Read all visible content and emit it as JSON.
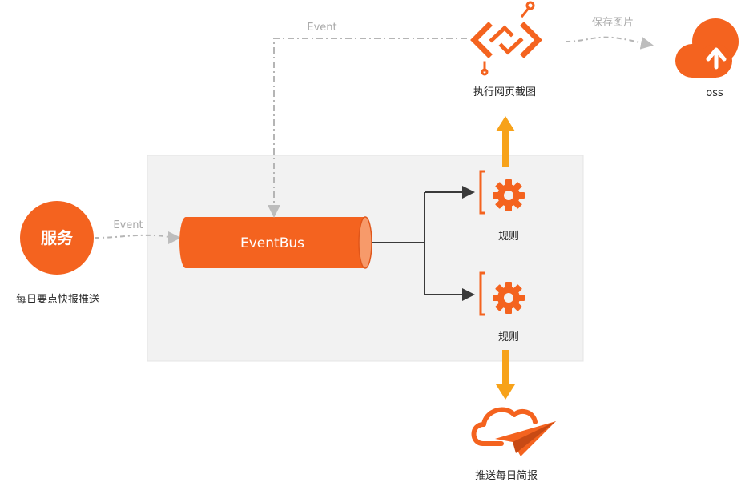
{
  "nodes": {
    "service": {
      "title": "服务",
      "caption": "每日要点快报推送"
    },
    "eventbus": {
      "title": "EventBus"
    },
    "rule_top": {
      "caption": "规则"
    },
    "rule_bottom": {
      "caption": "规则"
    },
    "screenshot": {
      "caption": "执行网页截图"
    },
    "oss": {
      "caption": "oss"
    },
    "push_digest": {
      "caption": "推送每日简报"
    }
  },
  "edges": {
    "service_to_bus": "Event",
    "screenshot_to_bus": "Event",
    "screenshot_to_oss": "保存图片"
  },
  "colors": {
    "primary": "#f4631f",
    "arrow_orange": "#f7a21a",
    "connector_dark": "#3a3a3a",
    "dashed_grey": "#b5b5b5",
    "panel_bg": "#f2f2f2",
    "panel_border": "#e4e4e4"
  },
  "icons": {
    "service": "orange-circle",
    "rule": "bracket-gear-icon",
    "screenshot": "code-link-icon",
    "oss": "cloud-upload-icon",
    "push_digest": "cloud-paper-plane-icon"
  }
}
